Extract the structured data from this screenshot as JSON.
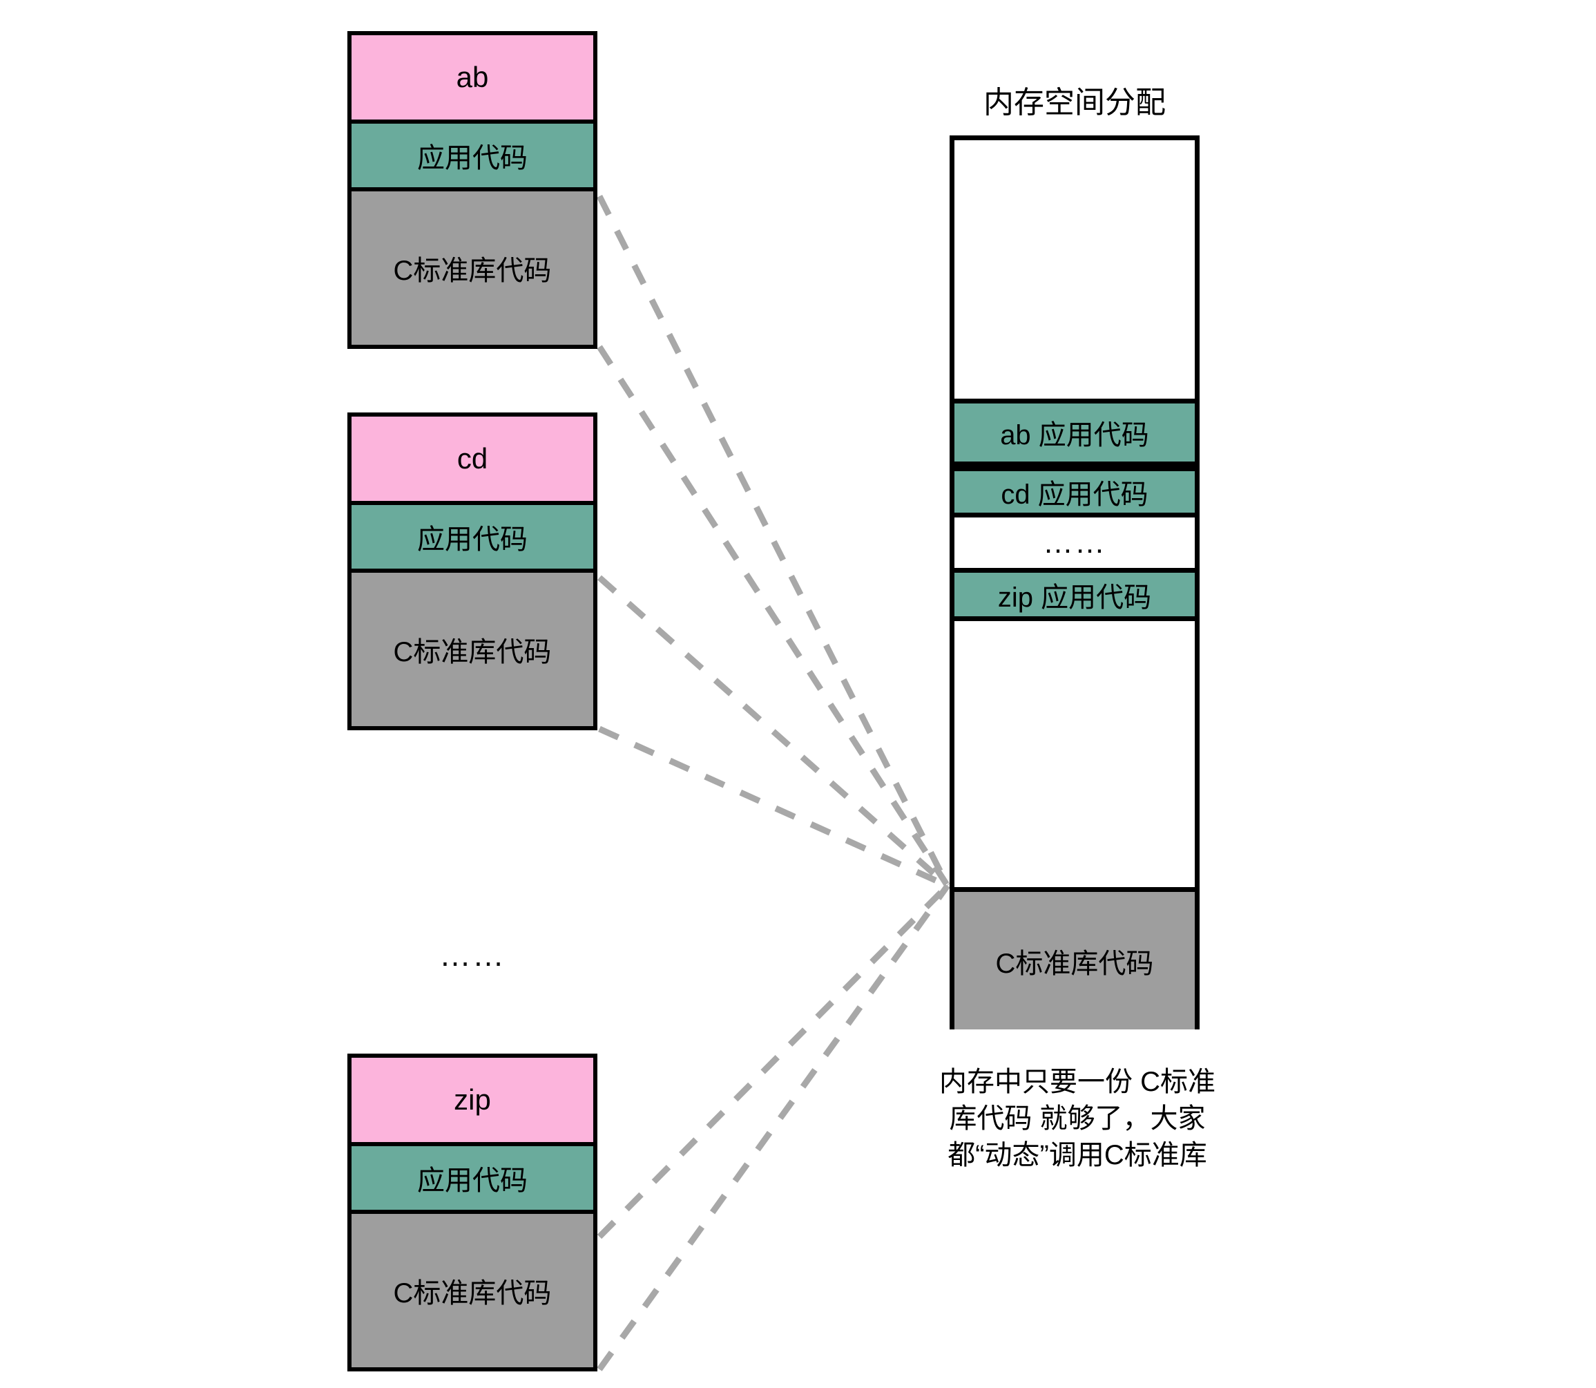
{
  "diagram": {
    "title": "内存空间分配",
    "ellipsis": "……",
    "colors": {
      "name_block": "#fcb4dc",
      "app_code": "#6aab9c",
      "lib_code": "#9e9e9e",
      "outline": "#000000",
      "link_line": "#a8a8a8",
      "background": "#ffffff"
    }
  },
  "programs": [
    {
      "name": "ab",
      "app_label": "应用代码",
      "lib_label": "C标准库代码"
    },
    {
      "name": "cd",
      "app_label": "应用代码",
      "lib_label": "C标准库代码"
    },
    {
      "name": "zip",
      "app_label": "应用代码",
      "lib_label": "C标准库代码"
    }
  ],
  "memory": {
    "title": "内存空间分配",
    "segments": [
      {
        "label": "",
        "kind": "free"
      },
      {
        "label": "ab 应用代码",
        "kind": "app"
      },
      {
        "label": "cd 应用代码",
        "kind": "app"
      },
      {
        "label": "……",
        "kind": "free"
      },
      {
        "label": "zip 应用代码",
        "kind": "app"
      },
      {
        "label": "",
        "kind": "free"
      },
      {
        "label": "C标准库代码",
        "kind": "lib"
      }
    ]
  },
  "caption": "内存中只要一份 C标准\n库代码 就够了，大家\n都“动态”调用C标准库"
}
